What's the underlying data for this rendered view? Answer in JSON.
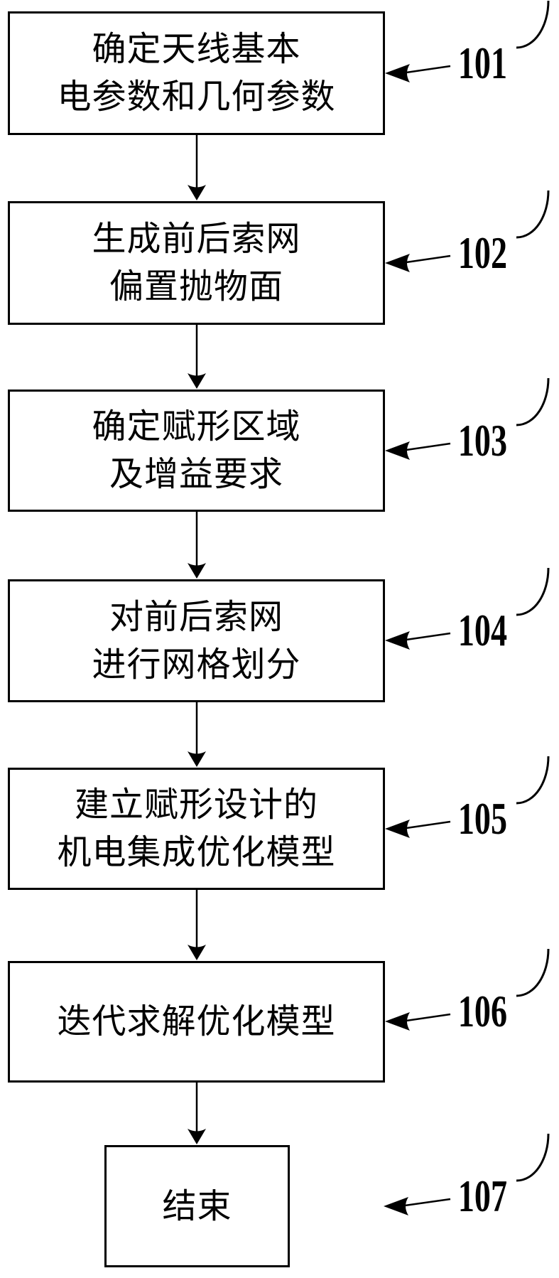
{
  "flow": {
    "title": "antenna shaped-design flowchart",
    "colors": {
      "line": "#000000",
      "background": "#ffffff",
      "text": "#000000"
    },
    "steps": [
      {
        "ref": "101",
        "text": "确定天线基本\n电参数和几何参数"
      },
      {
        "ref": "102",
        "text": "生成前后索网\n偏置抛物面"
      },
      {
        "ref": "103",
        "text": "确定赋形区域\n及增益要求"
      },
      {
        "ref": "104",
        "text": "对前后索网\n进行网格划分"
      },
      {
        "ref": "105",
        "text": "建立赋形设计的\n机电集成优化模型"
      },
      {
        "ref": "106",
        "text": "迭代求解优化模型"
      },
      {
        "ref": "107",
        "text": "结束"
      }
    ]
  }
}
